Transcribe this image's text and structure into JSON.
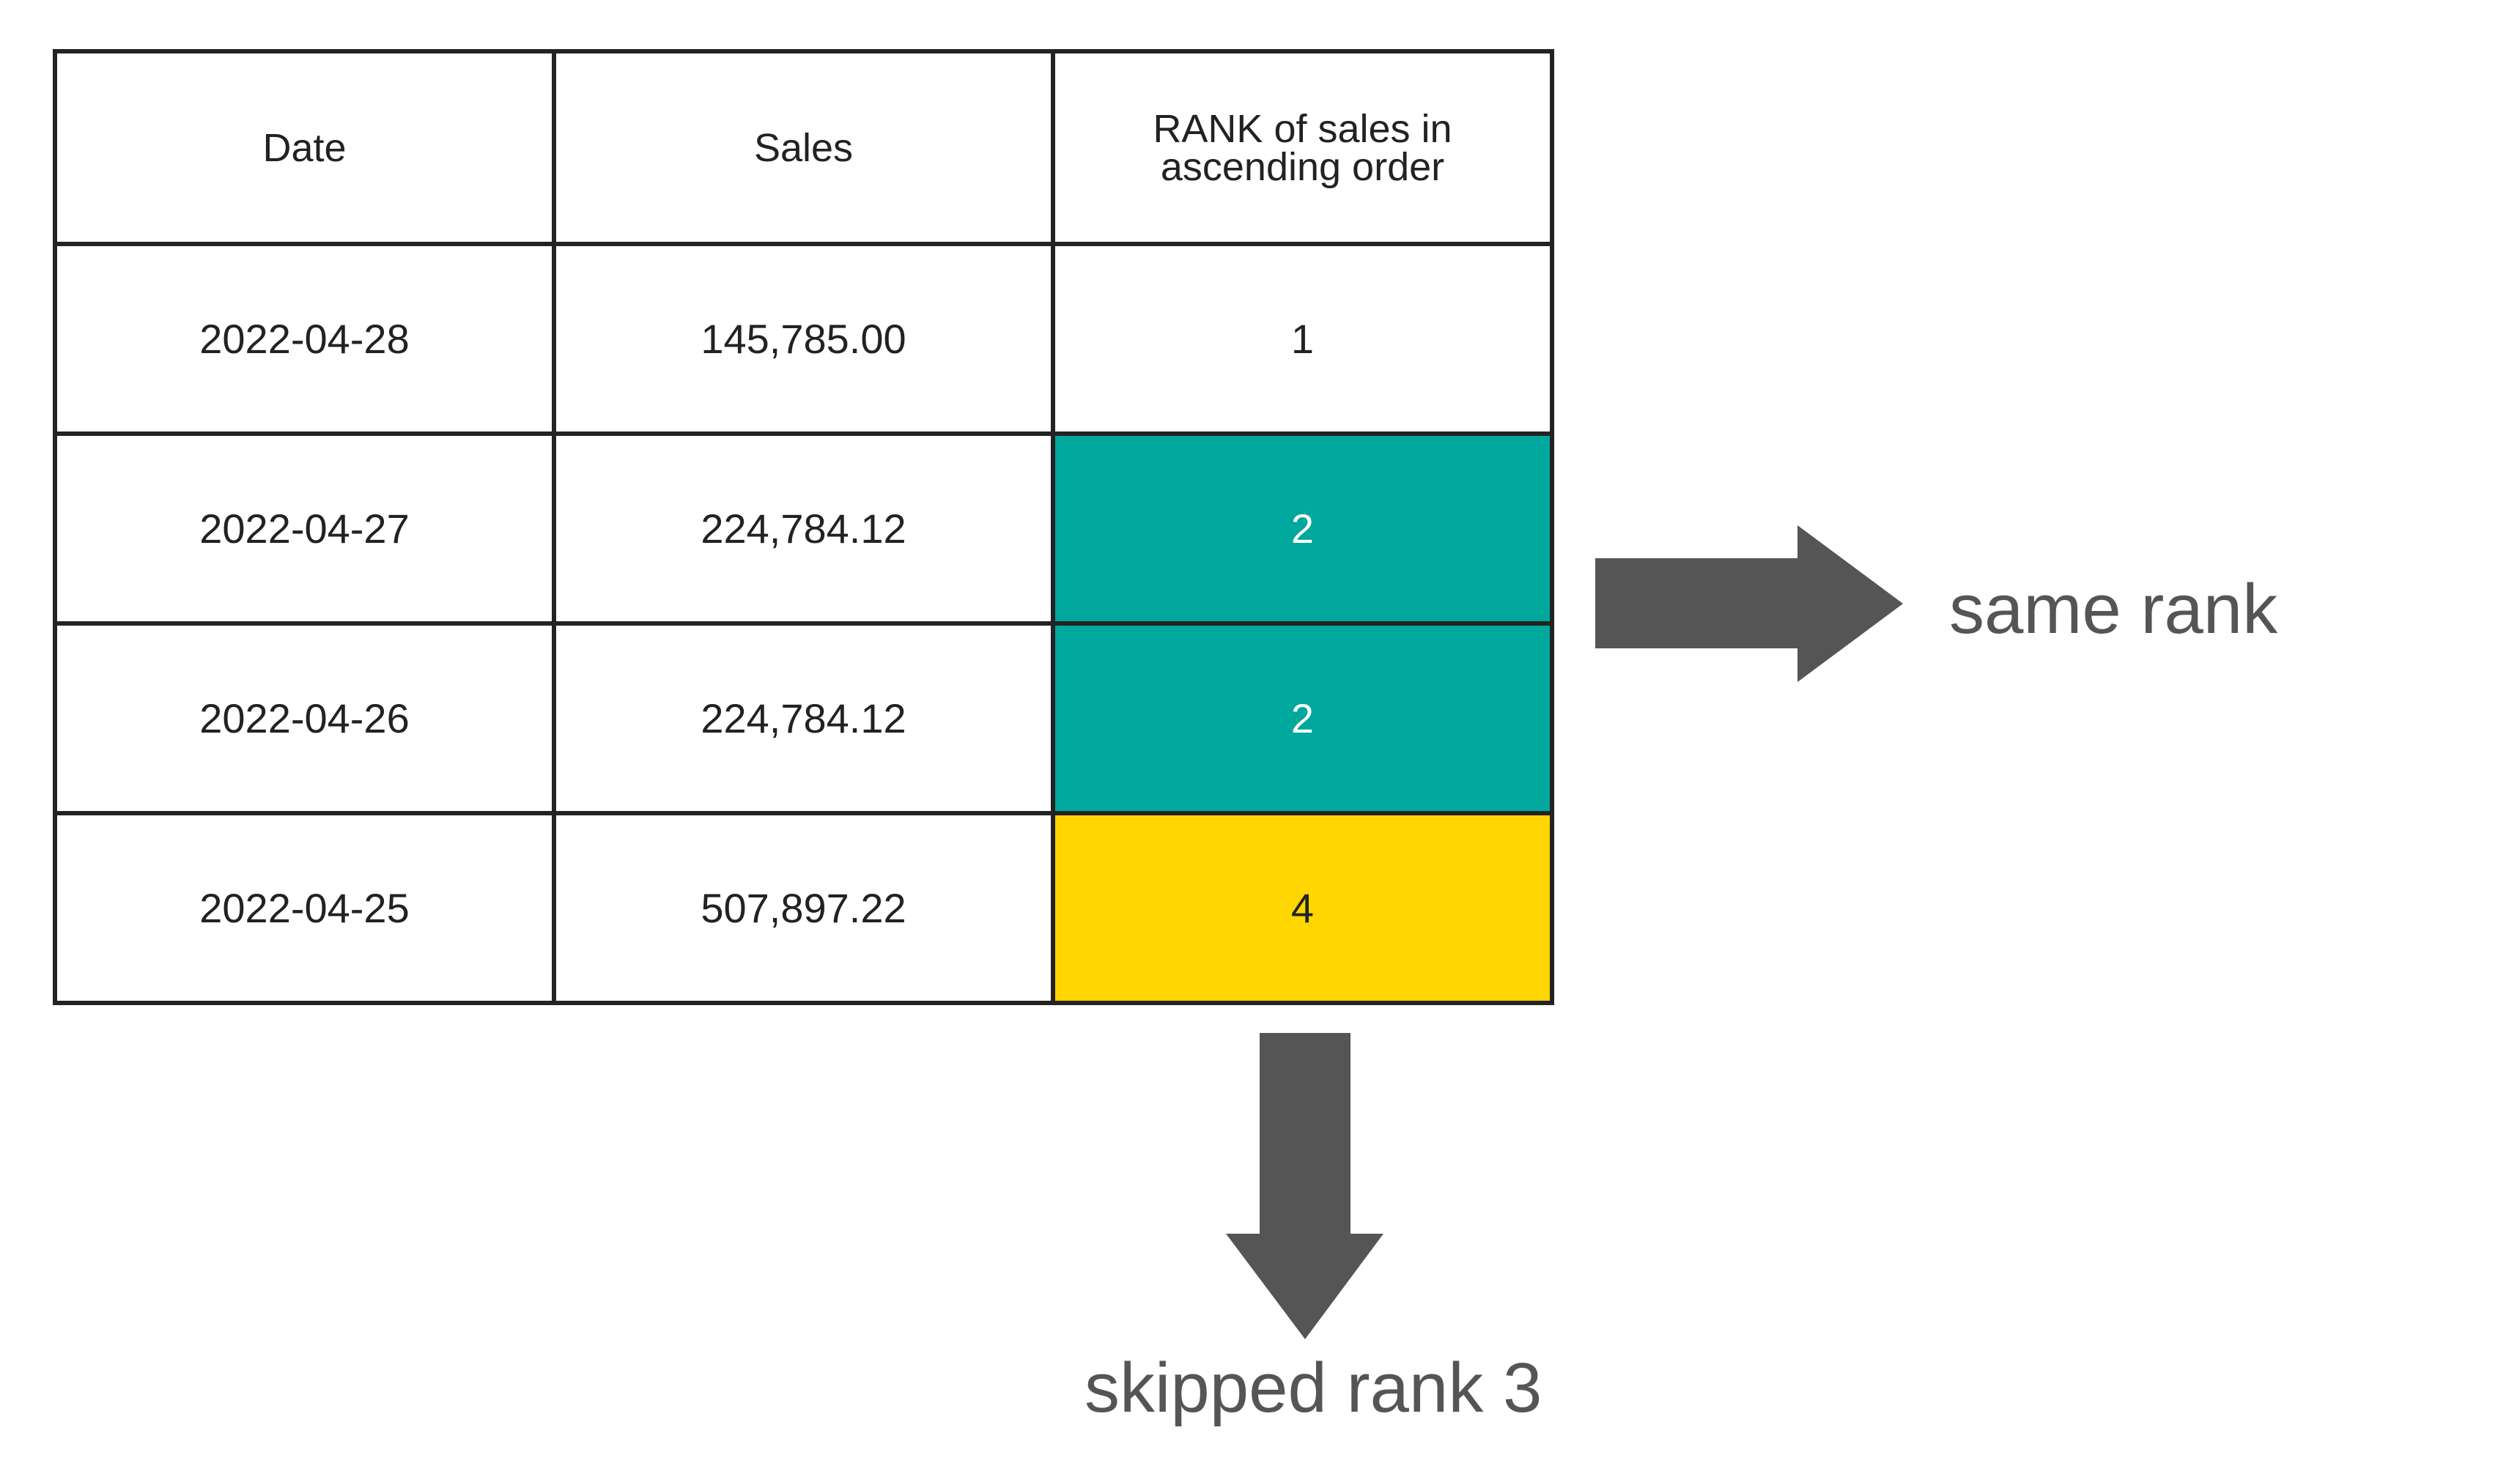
{
  "table": {
    "headers": {
      "date": "Date",
      "sales": "Sales",
      "rank_line1": "RANK of sales in",
      "rank_line2": "ascending order"
    },
    "rows": [
      {
        "date": "2022-04-28",
        "sales": "145,785.00",
        "rank": "1",
        "highlight": "none"
      },
      {
        "date": "2022-04-27",
        "sales": "224,784.12",
        "rank": "2",
        "highlight": "teal"
      },
      {
        "date": "2022-04-26",
        "sales": "224,784.12",
        "rank": "2",
        "highlight": "teal"
      },
      {
        "date": "2022-04-25",
        "sales": "507,897.22",
        "rank": "4",
        "highlight": "yellow"
      }
    ]
  },
  "annotations": {
    "same_rank": "same rank",
    "skipped_rank": "skipped rank 3"
  },
  "icons": {
    "right_arrow": "arrow-right-icon",
    "down_arrow": "arrow-down-icon"
  },
  "colors": {
    "teal": "#00A79D",
    "yellow": "#FFD600",
    "arrow": "#555555",
    "border": "#232323",
    "annotation_text": "#555555"
  }
}
